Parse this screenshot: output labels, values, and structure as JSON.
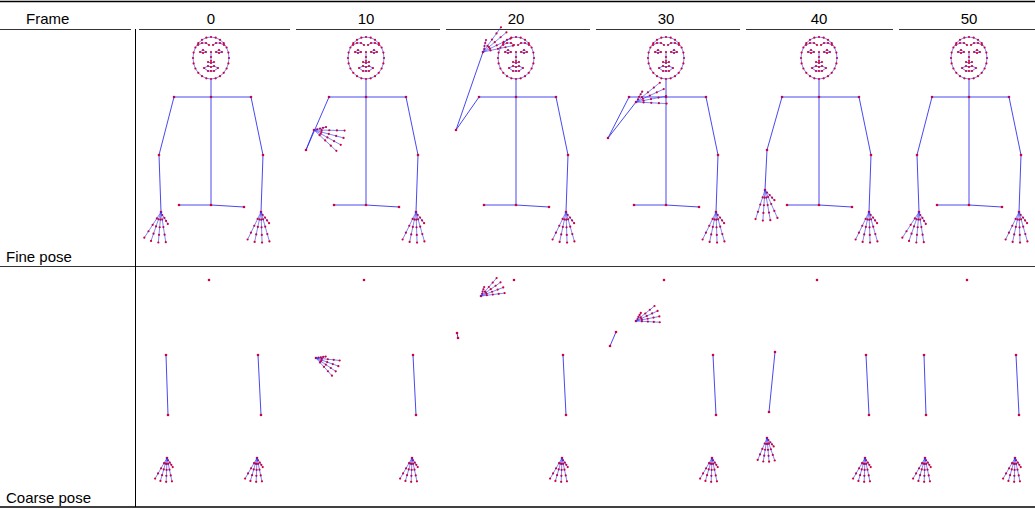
{
  "diagram": {
    "labels": [
      "Frame",
      "0",
      "10",
      "20",
      "30",
      "40",
      "50",
      "Fine pose",
      "Coarse pose"
    ]
  }
}
